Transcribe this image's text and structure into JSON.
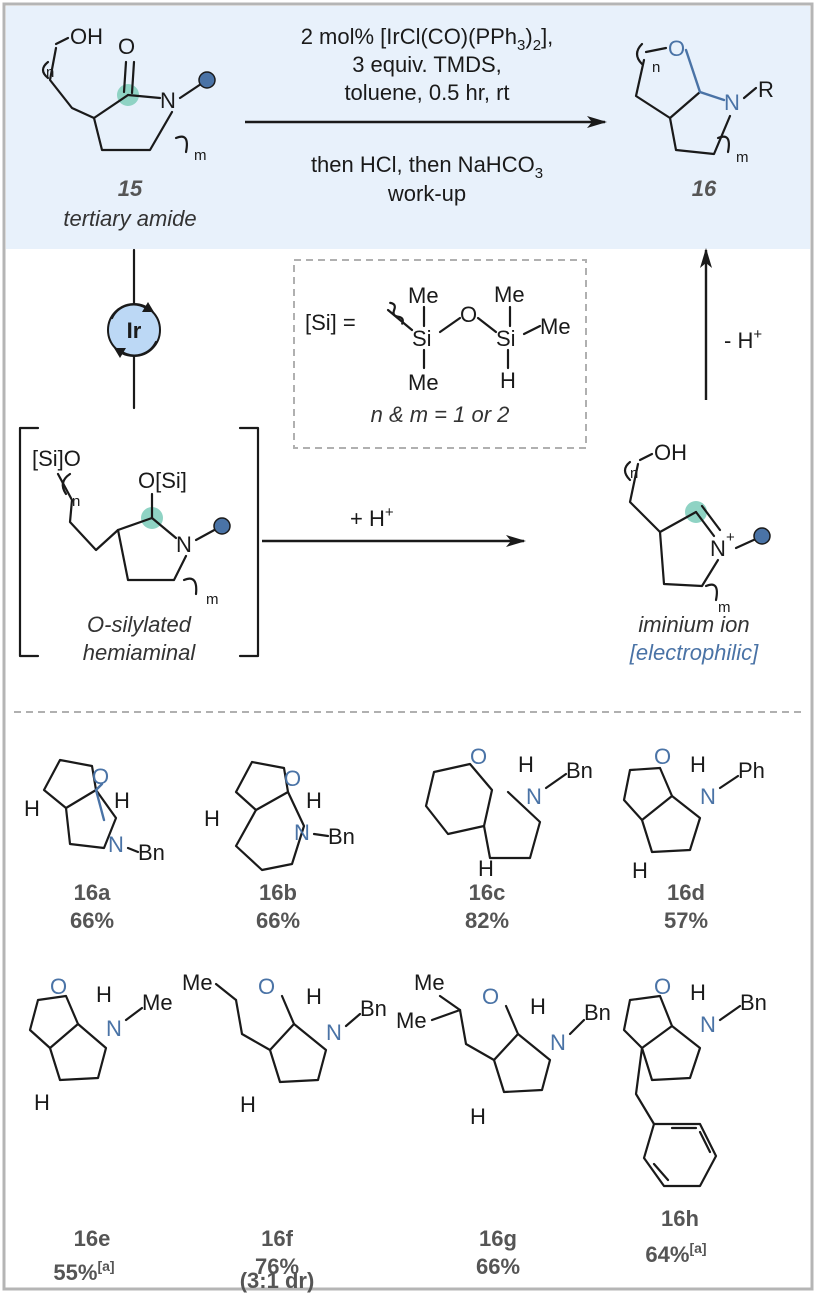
{
  "colors": {
    "top_panel": "#e8f1fb",
    "accent_blue": "#4a73a6",
    "highlight_teal": "#8fd3c4",
    "ir_circle": "#bcd8f5",
    "frame": "#b5b5b5",
    "dash": "#b0b0b0"
  },
  "top": {
    "conditions": {
      "line1_main": "2 mol% [IrCl(CO)(PPh",
      "line1_sub1": "3",
      "line1_mid": ")",
      "line1_sub2": "2",
      "line1_end": "],",
      "line2": "3 equiv. TMDS,",
      "line3": "toluene, 0.5 hr, rt",
      "line4_main": "then HCl, then NaHCO",
      "line4_sub": "3",
      "line5": "work-up"
    },
    "left": {
      "number": "15",
      "caption": "tertiary amide"
    },
    "right": {
      "number": "16"
    }
  },
  "middle": {
    "catalyst": "Ir",
    "si_definition": {
      "label": "[Si] =",
      "me": "Me",
      "si": "Si",
      "o": "O",
      "h": "H",
      "note": "n & m = 1 or 2"
    },
    "deprotonation": {
      "main": "- H",
      "sup": "+"
    },
    "protonation": {
      "main": "+ H",
      "sup": "+"
    },
    "hemiaminal": {
      "line1": "O-silylated",
      "line2": "hemiaminal",
      "osi": "O[Si]",
      "sio": "[Si]O"
    },
    "iminium": {
      "line1": "iminium ion",
      "line2": "[electrophilic]"
    }
  },
  "atoms": {
    "oh": "OH",
    "o": "O",
    "n": "N",
    "r": "R",
    "n_index": "n",
    "m_index": "m",
    "plus": "+",
    "h": "H",
    "bn": "Bn",
    "ph": "Ph",
    "me": "Me"
  },
  "products": [
    {
      "id": "16a",
      "yield": "66%",
      "note": ""
    },
    {
      "id": "16b",
      "yield": "66%",
      "note": ""
    },
    {
      "id": "16c",
      "yield": "82%",
      "note": ""
    },
    {
      "id": "16d",
      "yield": "57%",
      "note": ""
    },
    {
      "id": "16e",
      "yield": "55%",
      "note": "[a]"
    },
    {
      "id": "16f",
      "yield": "76%",
      "note": "",
      "extra": "(3:1 dr)"
    },
    {
      "id": "16g",
      "yield": "66%",
      "note": ""
    },
    {
      "id": "16h",
      "yield": "64%",
      "note": "[a]"
    }
  ]
}
